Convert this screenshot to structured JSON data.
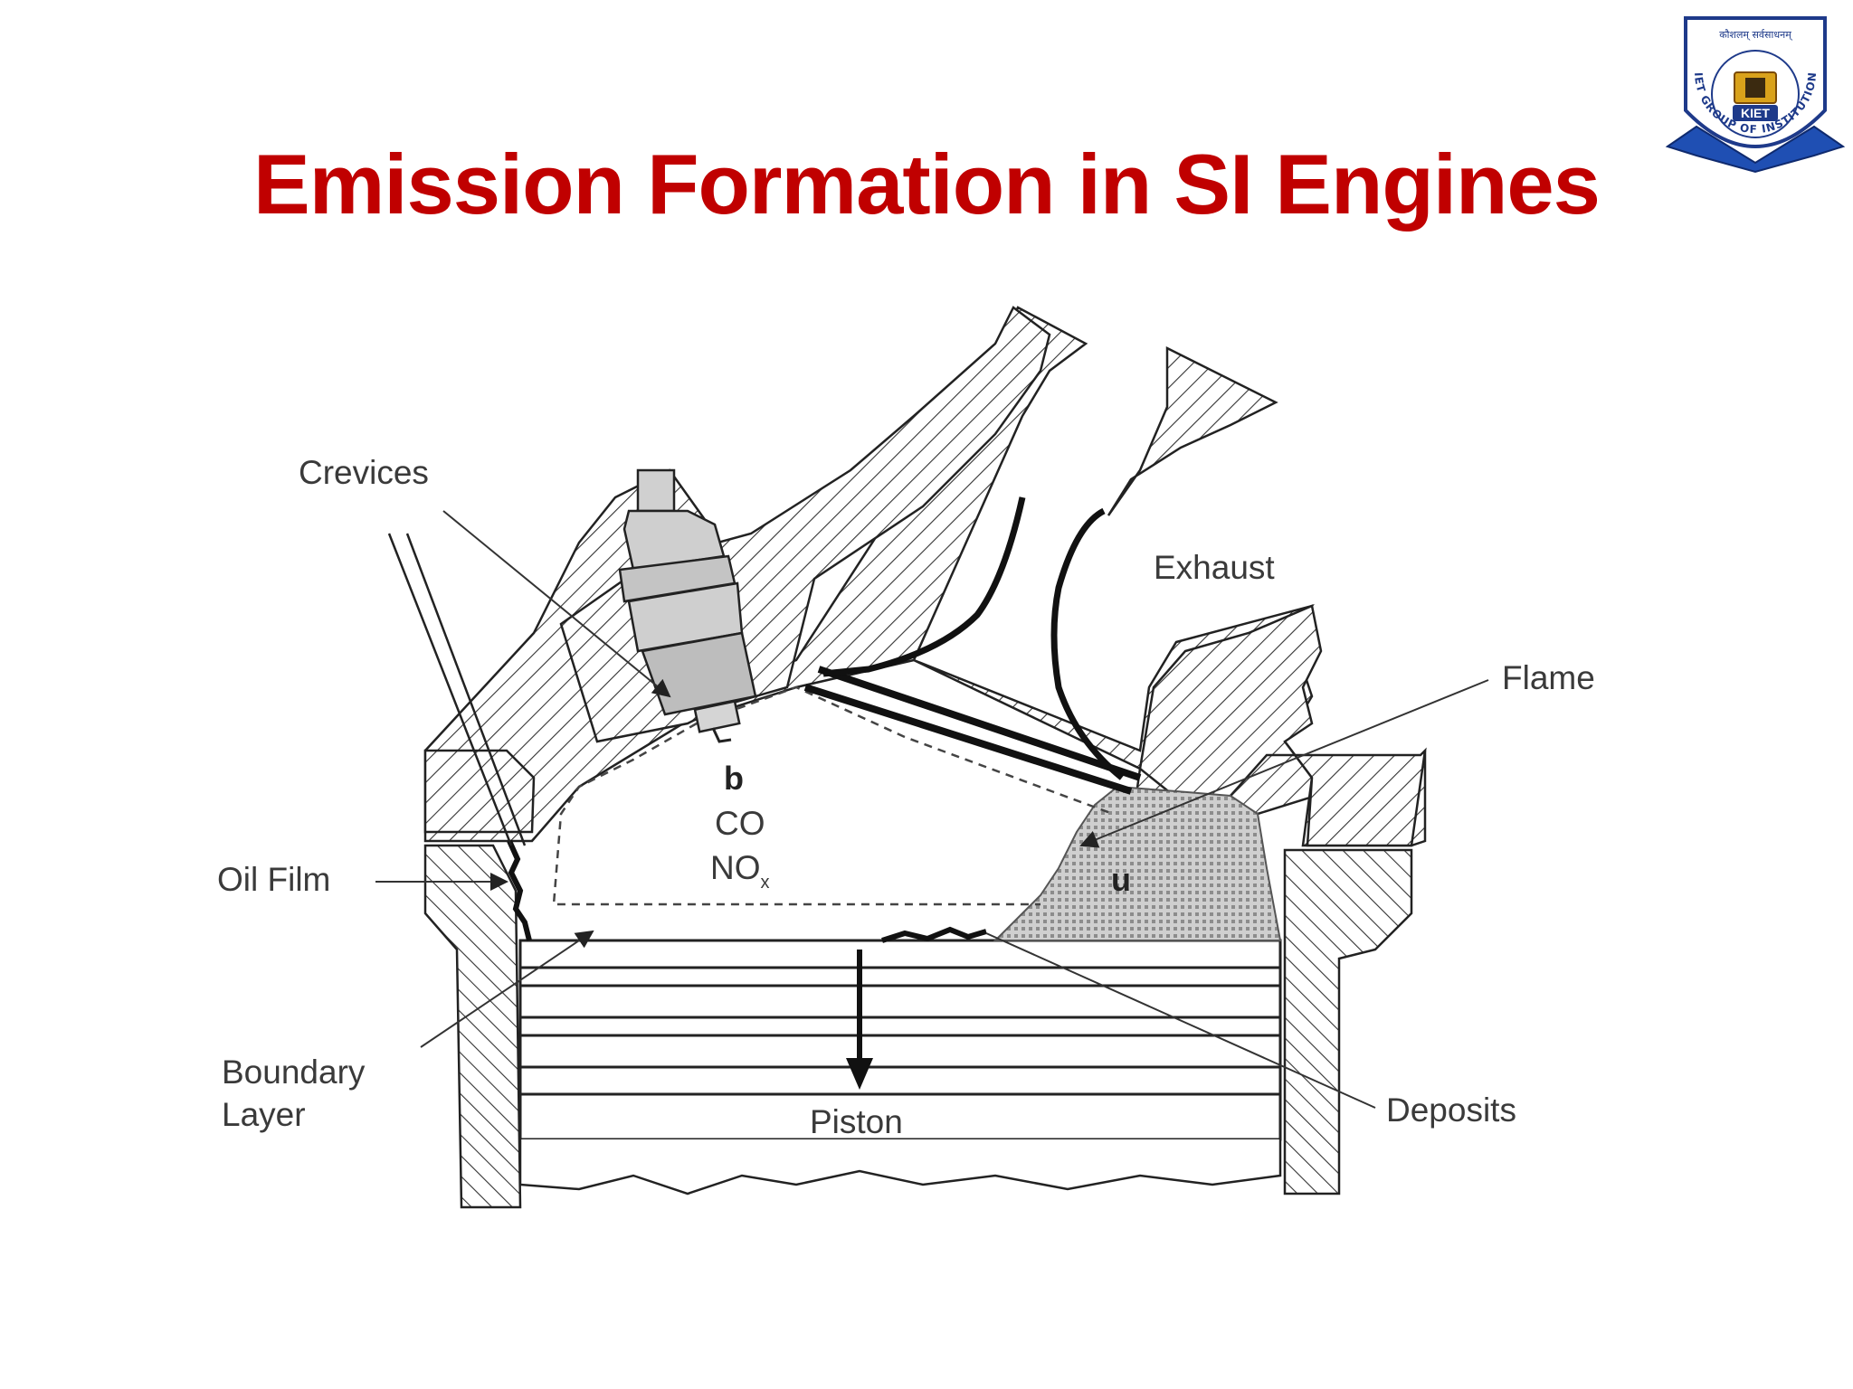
{
  "slide": {
    "title": "Emission Formation in SI Engines",
    "title_color": "#C00000"
  },
  "logo": {
    "motto": "कौशलम् सर्वसाधनम्",
    "arc_text": "KIET GROUP OF INSTITUTIONS",
    "badge": "KIET",
    "colors": {
      "navy": "#1E3A8A",
      "gold": "#D9A21B",
      "ribbon": "#1F4FB3"
    }
  },
  "diagram": {
    "labels": {
      "crevices": "Crevices",
      "exhaust": "Exhaust",
      "flame": "Flame",
      "oil_film": "Oil Film",
      "boundary_layer_1": "Boundary",
      "boundary_layer_2": "Layer",
      "piston": "Piston",
      "deposits": "Deposits",
      "burned_zone": "b",
      "co": "CO",
      "nox_main": "NO",
      "nox_sub": "x",
      "unburned_zone": "u"
    }
  }
}
